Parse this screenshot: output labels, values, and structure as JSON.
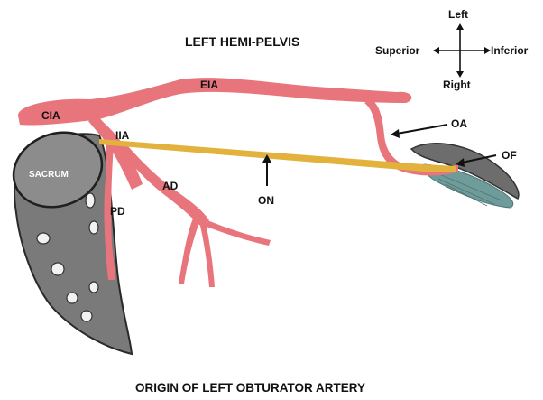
{
  "title": "LEFT HEMI-PELVIS",
  "caption": "ORIGIN OF LEFT OBTURATOR ARTERY",
  "orientation": {
    "left": "Left",
    "right": "Right",
    "superior": "Superior",
    "inferior": "Inferior"
  },
  "labels": {
    "cia": "CIA",
    "iia": "IIA",
    "eia": "EIA",
    "ad": "AD",
    "pd": "PD",
    "on": "ON",
    "oa": "OA",
    "of": "OF",
    "sacrum": "SACRUM"
  },
  "colors": {
    "artery": "#e8747c",
    "nerve": "#e3b23c",
    "bone": "#6e6e6e",
    "muscle": "#6f9c9a"
  }
}
